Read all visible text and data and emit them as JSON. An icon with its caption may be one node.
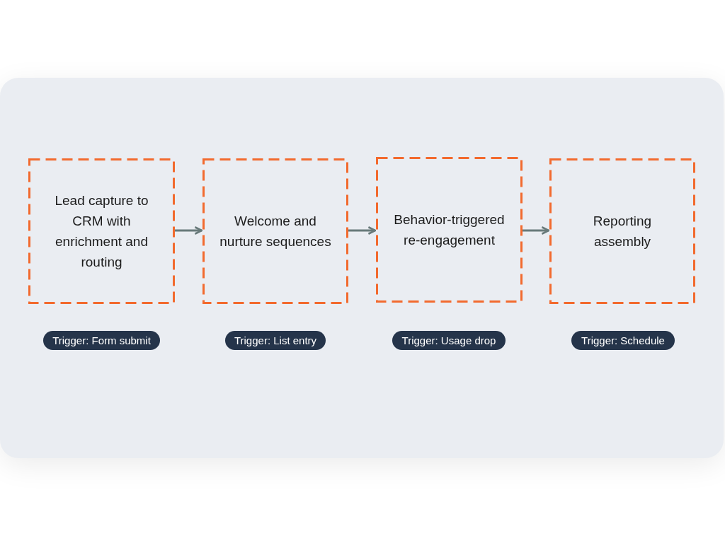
{
  "diagram": {
    "nodes": [
      {
        "text": [
          "Lead capture to CRM with enrichment and routing"
        ]
      },
      {
        "text": [
          "Welcome and nurture sequences"
        ]
      },
      {
        "text": [
          "Behavior-triggered re-engagement"
        ]
      },
      {
        "text": [
          "Reporting assembly"
        ]
      },
      {
        "text": [
          "Trigger: Form submit"
        ]
      },
      {
        "text": [
          "Trigger: List entry"
        ]
      },
      {
        "text": [
          "Trigger: Usage drop"
        ]
      },
      {
        "text": [
          "Trigger: Schedule"
        ]
      }
    ],
    "edges": [
      {
        "from": 0,
        "to": 1,
        "arrow": "to"
      },
      {
        "from": 1,
        "to": 2,
        "arrow": "to"
      },
      {
        "from": 2,
        "to": 3,
        "arrow": "to"
      }
    ]
  }
}
